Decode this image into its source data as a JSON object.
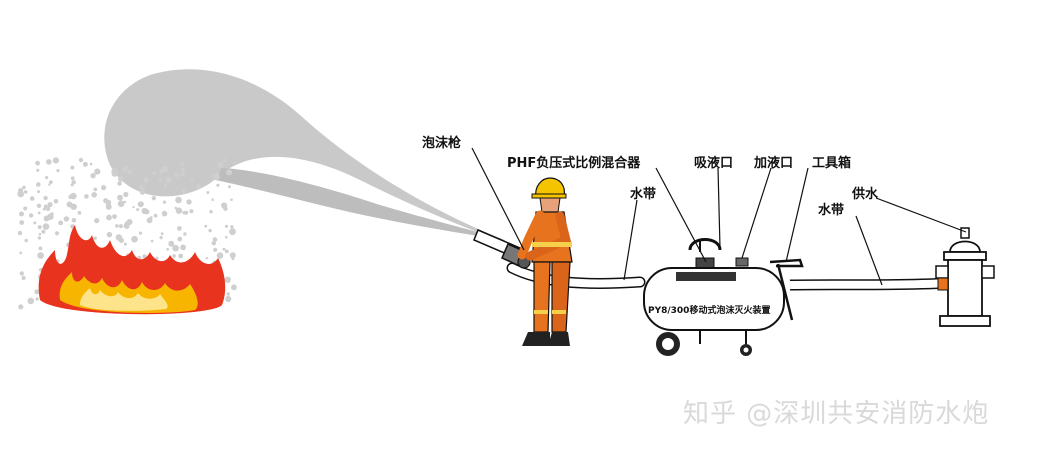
{
  "labels": {
    "foam_gun": "泡沫枪",
    "phf_mixer": "PHF负压式比例混合器",
    "suction_port": "吸液口",
    "fill_port": "加液口",
    "toolbox": "工具箱",
    "water_supply": "供水",
    "hose_left": "水带",
    "hose_right": "水带",
    "unit_name": "PY8/300移动式泡沫灭火装置"
  },
  "watermark": "知乎 @深圳共安消防水炮",
  "colors": {
    "spray": "#c9c9c9",
    "firefighter": "#e8731f",
    "helmet": "#f5c400",
    "flame_outer": "#e8331f",
    "flame_inner": "#f7b500",
    "hose": "#ffffff",
    "outline": "#111111",
    "watermark": "#d9d9d9"
  }
}
